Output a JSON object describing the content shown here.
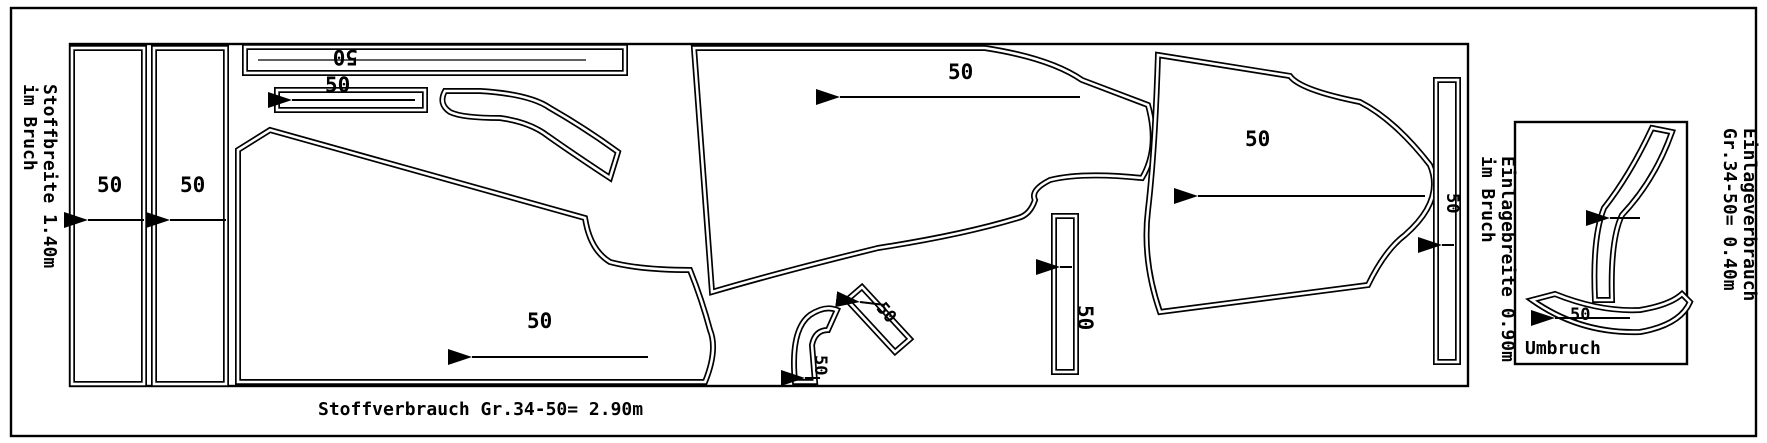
{
  "labels": {
    "size": "50",
    "fabric_width": "Stoffbreite 1.40m",
    "fabric_fold": "im Bruch",
    "fabric_usage": "Stoffverbrauch Gr.34-50= 2.90m",
    "interfacing_width": "Einlagebreite 0.90m",
    "interfacing_fold": "im Bruch",
    "interfacing_usage_title": "Einlageverbrauch",
    "interfacing_usage": "Gr.34-50= 0.40m",
    "fold_marker": "Umbruch"
  },
  "colors": {
    "line": "#000000",
    "background": "#ffffff"
  }
}
